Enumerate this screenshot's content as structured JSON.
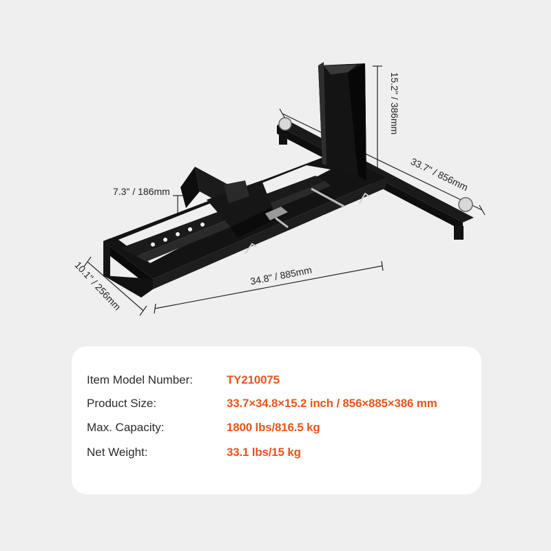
{
  "product": {
    "image_alt": "Motorcycle wheel chock stand",
    "colors": {
      "frame": "#151515",
      "accent": "#e8541c",
      "card": "#ffffff",
      "background": "#efefef"
    }
  },
  "dimensions": {
    "height": "15.2\" / 386mm",
    "width": "33.7\" / 856mm",
    "chock_height": "7.3\" / 186mm",
    "length": "34.8\" / 885mm",
    "depth": "10.1\" / 256mm"
  },
  "specs": [
    {
      "label": "Item Model Number:",
      "value": "TY210075"
    },
    {
      "label": "Product Size:",
      "value": "33.7×34.8×15.2 inch / 856×885×386 mm"
    },
    {
      "label": "Max. Capacity:",
      "value": "1800 lbs/816.5 kg"
    },
    {
      "label": "Net Weight:",
      "value": "33.1 lbs/15 kg"
    }
  ]
}
